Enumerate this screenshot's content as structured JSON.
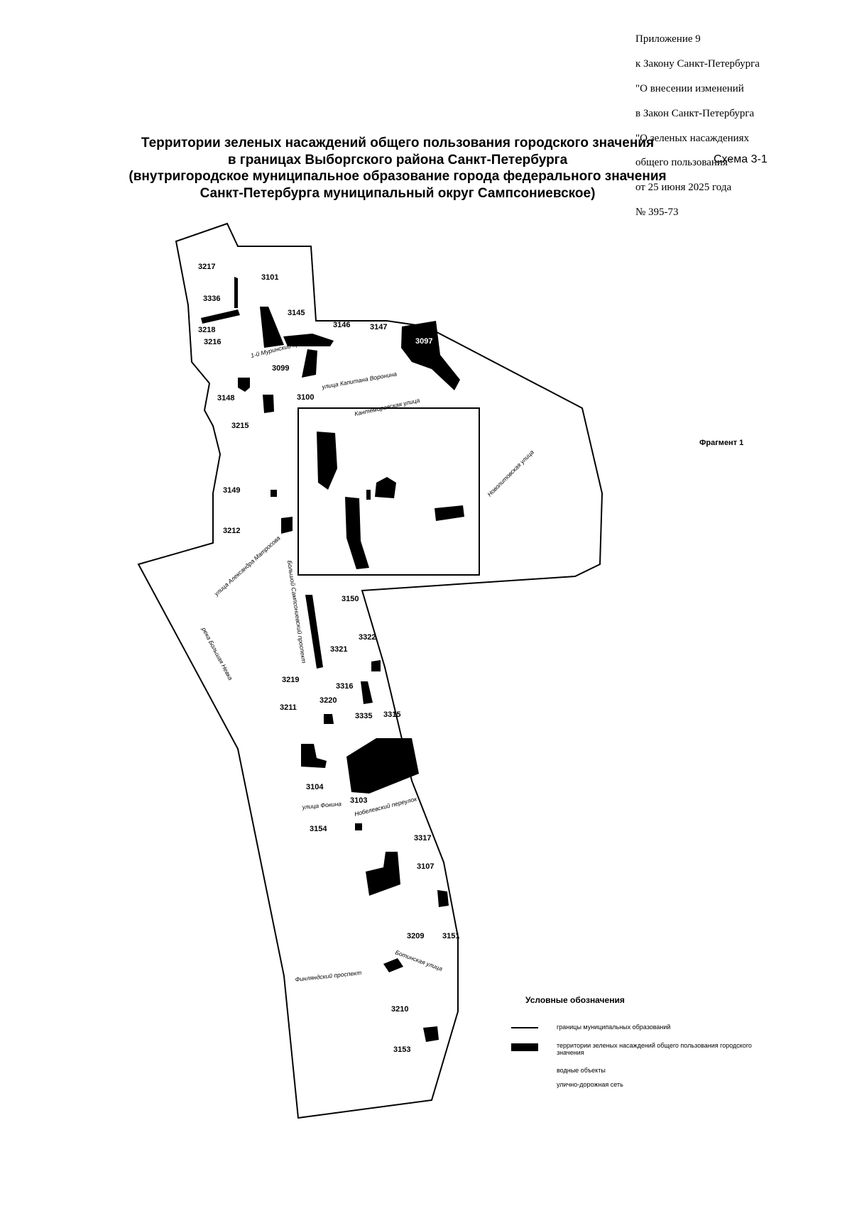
{
  "annex": {
    "lines": [
      "Приложение 9",
      "к Закону Санкт-Петербурга",
      "\"О внесении изменений",
      "в Закон Санкт-Петербурга",
      "\"О зеленых насаждениях",
      "общего пользования\"",
      "от 25 июня 2025 года",
      "№ 395-73"
    ]
  },
  "title": {
    "lines": [
      "Территории зеленых насаждений общего пользования городского значения",
      "в границах Выборгского района Санкт-Петербурга",
      "(внутригородское муниципальное образование города федерального значения",
      "Санкт-Петербурга муниципальный округ Сампсониевское)"
    ],
    "scheme": "Схема 3-1"
  },
  "map": {
    "fragment_label": "Фрагмент 1",
    "area_labels": [
      "3217",
      "3101",
      "3336",
      "3145",
      "3146",
      "3147",
      "3097",
      "3218",
      "3216",
      "3099",
      "3148",
      "3100",
      "3215",
      "3149",
      "3212",
      "3150",
      "3322",
      "3321",
      "3219",
      "3316",
      "3220",
      "3211",
      "3335",
      "3315",
      "3104",
      "3103",
      "3154",
      "3317",
      "3107",
      "3209",
      "3151",
      "3210",
      "3153"
    ],
    "streets": [
      "1-й Муринский проспект",
      "улица Капитана Воронина",
      "Кантемировская улица",
      "Новолитовская улица",
      "улица Александра Матросова",
      "Большой Сампсониевский проспект",
      "река Большая Невка",
      "улица Фокина",
      "Нобелевский переулок",
      "Ботинская улица",
      "Финляндский проспект"
    ]
  },
  "legend": {
    "title": "Условные обозначения",
    "items": [
      "границы муниципальных образований",
      "территории зеленых насаждений общего пользования городского значения",
      "водные объекты",
      "улично-дорожная сеть"
    ]
  },
  "colors": {
    "park": "#000000",
    "boundary": "#000000",
    "background": "#ffffff"
  }
}
